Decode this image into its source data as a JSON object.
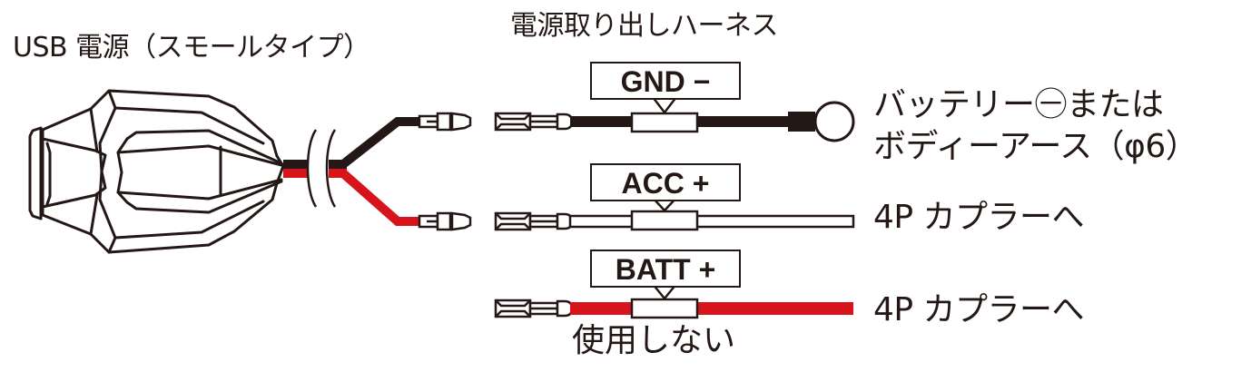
{
  "device": {
    "title": "USB 電源（スモールタイプ）"
  },
  "harness": {
    "title": "電源取り出しハーネス"
  },
  "wires": [
    {
      "label": "GND −",
      "color": "#231815",
      "destination_line1": "バッテリー㊀または",
      "destination_line2": "ボディーアース（φ6）",
      "terminal": "ring-terminal"
    },
    {
      "label": "ACC +",
      "color": "#ffffff",
      "destination": "4P カプラーへ",
      "terminal": "open-end"
    },
    {
      "label": "BATT +",
      "color": "#d7141c",
      "destination": "4P カプラーへ",
      "terminal": "open-end",
      "note": "使用しない"
    }
  ],
  "colors": {
    "black_wire": "#231815",
    "red_wire": "#d7141c",
    "outline": "#231815"
  }
}
